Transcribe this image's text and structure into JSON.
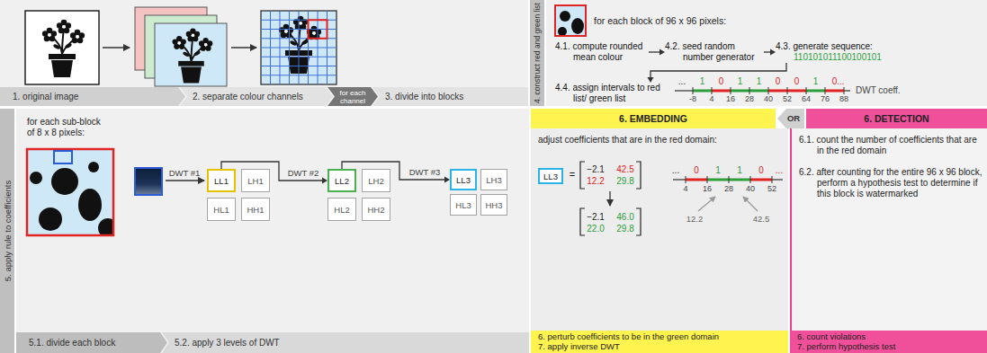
{
  "diagram": {
    "nodes": [
      {
        "text": [
          "1. original image"
        ]
      },
      {
        "text": [
          "2. separate colour channels"
        ]
      },
      {
        "text": [
          "for each channel"
        ]
      },
      {
        "text": [
          "3. divide into blocks"
        ]
      },
      {
        "text": [
          "4. construct red and green list"
        ]
      },
      {
        "text": [
          "4.1. compute rounded mean colour"
        ]
      },
      {
        "text": [
          "4.2. seed random number generator"
        ]
      },
      {
        "text": [
          "4.3. generate sequence:",
          "110101011100100101"
        ]
      },
      {
        "text": [
          "4.4. assign intervals to red list/ green list"
        ]
      },
      {
        "text": [
          "5. apply rule to coefficients"
        ]
      },
      {
        "text": [
          "LL1"
        ]
      },
      {
        "text": [
          "LH1"
        ]
      },
      {
        "text": [
          "HL1"
        ]
      },
      {
        "text": [
          "HH1"
        ]
      },
      {
        "text": [
          "LL2"
        ]
      },
      {
        "text": [
          "LH2"
        ]
      },
      {
        "text": [
          "HL2"
        ]
      },
      {
        "text": [
          "HH2"
        ]
      },
      {
        "text": [
          "LL3"
        ]
      },
      {
        "text": [
          "LH3"
        ]
      },
      {
        "text": [
          "HL3"
        ]
      },
      {
        "text": [
          "HH3"
        ]
      },
      {
        "text": [
          "5.1. divide each block"
        ]
      },
      {
        "text": [
          "5.2. apply 3 levels of DWT"
        ]
      },
      {
        "text": [
          "6. EMBEDDING"
        ]
      },
      {
        "text": [
          "LL3"
        ]
      },
      {
        "text": [
          "6. perturb coefficients to be in the green domain",
          "7. apply inverse DWT"
        ]
      },
      {
        "text": [
          "6. DETECTION"
        ]
      },
      {
        "text": [
          "6. count violations",
          "7. perform hypothesis test"
        ]
      }
    ],
    "edges": [
      {
        "from": 5,
        "to": 6,
        "arrow": "to"
      },
      {
        "from": 6,
        "to": 7,
        "arrow": "to"
      },
      {
        "from": 7,
        "to": 8,
        "arrow": "to"
      },
      {
        "from": 10,
        "to": 14,
        "label": "DWT #2",
        "arrow": "to"
      },
      {
        "from": 14,
        "to": 18,
        "label": "DWT #3",
        "arrow": "to"
      }
    ],
    "labels": [
      "for each block of 96 x 96 pixels:",
      "...",
      "1",
      "0",
      "1",
      "1",
      "0",
      "0",
      "1",
      "0...",
      "-8",
      "4",
      "16",
      "28",
      "40",
      "52",
      "64",
      "76",
      "88",
      "DWT coeff.",
      "for each sub-block of 8 x 8 pixels:",
      "DWT #1",
      "adjust coefficients that are in the red domain:",
      "=",
      "−2.1",
      "42.5",
      "12.2",
      "29.8",
      "−2.1",
      "46.0",
      "22.0",
      "29.8",
      "...",
      "0",
      "1",
      "1",
      "0",
      "...",
      "4",
      "16",
      "28",
      "40",
      "52",
      "12.2",
      "42.5",
      "OR",
      "6.1. count the number of coefficients that are in the red domain",
      "6.2. after counting for the entire 96 x 96 block, perform a hypothesis test to determine if this block is watermarked"
    ]
  }
}
